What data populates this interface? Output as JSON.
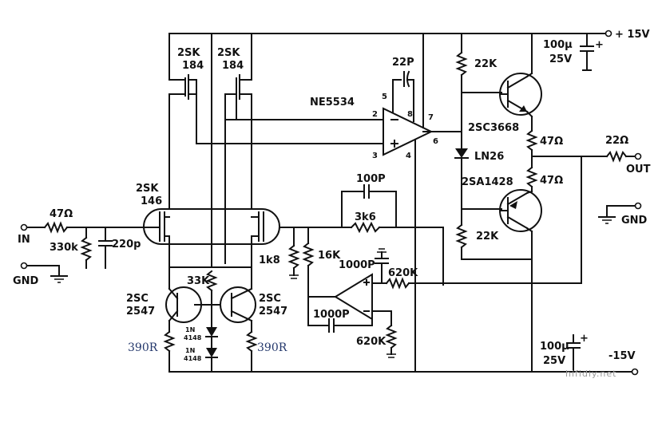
{
  "labels": {
    "supply_pos": "+ 15V",
    "supply_neg": "-15V",
    "cap_top_value": "100μ",
    "cap_top_voltage": "25V",
    "cap_bot_value": "100μ",
    "cap_bot_voltage": "25V",
    "jfet_upper_left": [
      "2SK",
      "184"
    ],
    "jfet_upper_right": [
      "2SK",
      "184"
    ],
    "jfet_dual": [
      "2SK",
      "146"
    ],
    "opamp_main": "NE5534",
    "opamp_pin_5": "5",
    "opamp_pin_8": "8",
    "opamp_pin_2": "2",
    "opamp_pin_3": "3",
    "opamp_pin_4": "4",
    "opamp_pin_6": "6",
    "opamp_pin_7": "7",
    "comp_cap": "22P",
    "fb_cap": "100P",
    "fb_res": "3k6",
    "r_22k_top": "22K",
    "r_22k_bot": "22K",
    "q_npn_out": "2SC3668",
    "q_pnp_out": "2SA1428",
    "diode_led": "LN26",
    "r_47_top": "47Ω",
    "r_47_bot": "47Ω",
    "r_out": "22Ω",
    "out": "OUT",
    "gnd_right": "GND",
    "in_res": "47Ω",
    "in_shunt": "330k",
    "in_cap": "220p",
    "in": "IN",
    "gnd_left": "GND",
    "r_1k8": "1k8",
    "r_16k": "16K",
    "cap_1000_top": "1000P",
    "cap_1000_bot": "1000P",
    "r_620k_top": "620K",
    "r_620k_bot": "620K",
    "r_33k": "33K",
    "q_left": [
      "2SC",
      "2547"
    ],
    "q_right": [
      "2SC",
      "2547"
    ],
    "diode_1": [
      "1N",
      "4148"
    ],
    "diode_2": [
      "1N",
      "4148"
    ],
    "r_390_left": "390R",
    "r_390_right": "390R",
    "watermark": "hifidiy.net"
  }
}
